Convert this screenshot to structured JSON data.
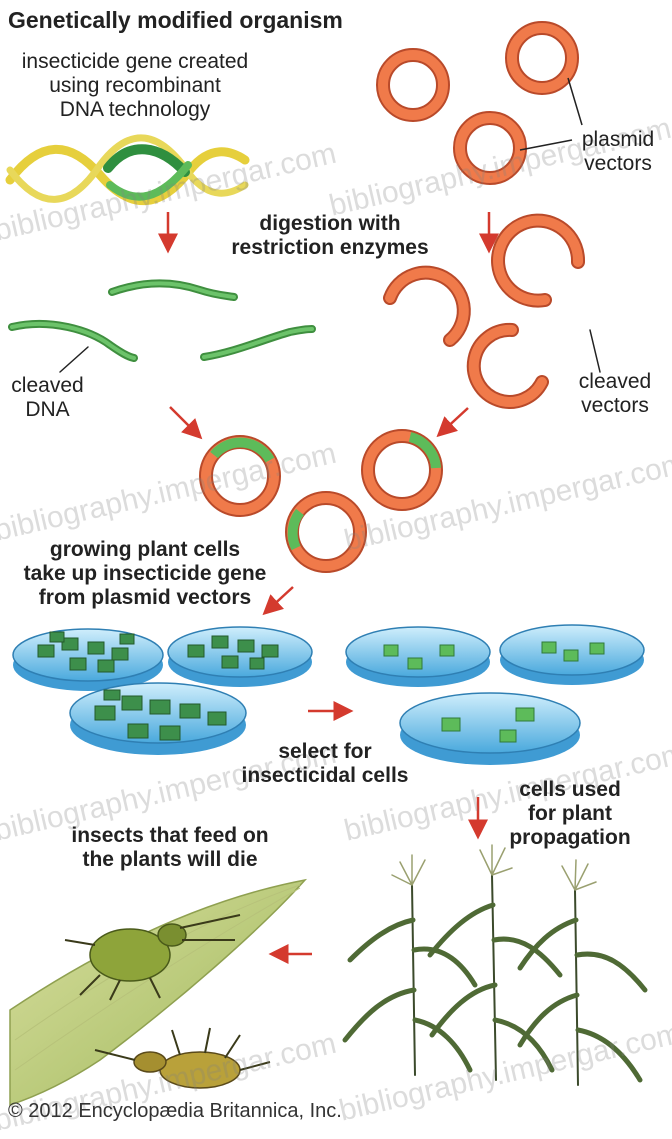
{
  "title": "Genetically modified organism",
  "labels": {
    "insecticide_gene": "insecticide gene created\nusing recombinant\nDNA technology",
    "plasmid_vectors": "plasmid\nvectors",
    "digestion": "digestion with\nrestriction enzymes",
    "cleaved_dna": "cleaved\nDNA",
    "cleaved_vectors": "cleaved\nvectors",
    "growing_cells": "growing plant cells\ntake up insecticide gene\nfrom plasmid vectors",
    "select_cells": "select for\ninsecticidal cells",
    "cells_used": "cells used\nfor plant\npropagation",
    "insects_die": "insects that feed on\nthe plants will die"
  },
  "watermark": "bibliography.impergar.com",
  "copyright": "© 2012 Encyclopædia Britannica, Inc.",
  "colors": {
    "plasmid_orange": "#f07a4a",
    "plasmid_outline": "#b94a2a",
    "gene_green": "#5dbb5a",
    "dna_yellow": "#e6cf3c",
    "arrow_red": "#d43a2e",
    "dish_blue": "#6cc0ea",
    "cell_green": "#3d8f4b"
  }
}
